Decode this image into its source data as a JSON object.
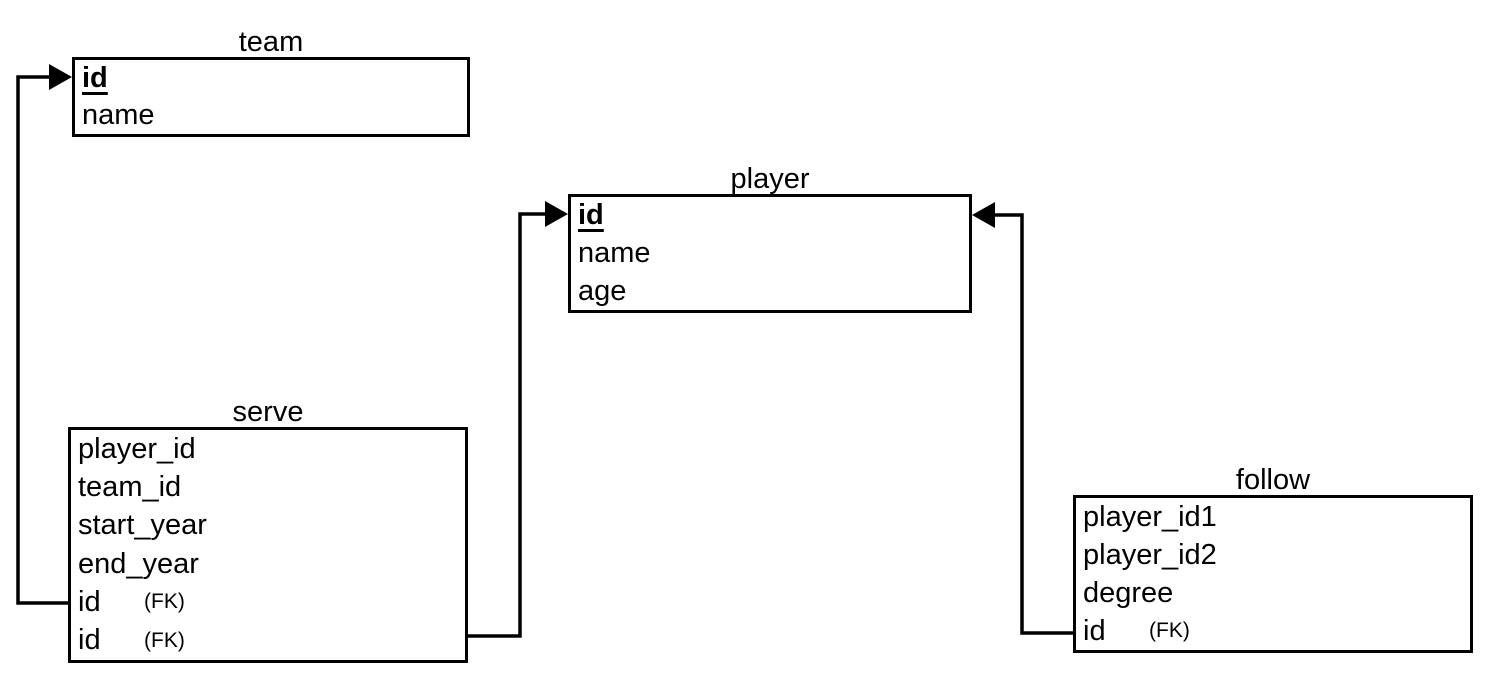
{
  "diagram": {
    "kind": "entity-relationship-diagram",
    "background_color": "#ffffff",
    "line_color": "#000000",
    "tables": {
      "team": {
        "title": "team",
        "columns": [
          {
            "name": "id",
            "pk": true
          },
          {
            "name": "name"
          }
        ]
      },
      "player": {
        "title": "player",
        "columns": [
          {
            "name": "id",
            "pk": true
          },
          {
            "name": "name"
          },
          {
            "name": "age"
          }
        ]
      },
      "serve": {
        "title": "serve",
        "columns": [
          {
            "name": "player_id"
          },
          {
            "name": "team_id"
          },
          {
            "name": "start_year"
          },
          {
            "name": "end_year"
          },
          {
            "name": "id",
            "fk": "(FK)"
          },
          {
            "name": "id",
            "fk": "(FK)"
          }
        ]
      },
      "follow": {
        "title": "follow",
        "columns": [
          {
            "name": "player_id1"
          },
          {
            "name": "player_id2"
          },
          {
            "name": "degree"
          },
          {
            "name": "id",
            "fk": "(FK)"
          }
        ]
      }
    },
    "relations": [
      {
        "from_table": "serve",
        "from_column": "id (FK)",
        "to_table": "team",
        "to_column": "id"
      },
      {
        "from_table": "serve",
        "from_column": "id (FK)",
        "to_table": "player",
        "to_column": "id"
      },
      {
        "from_table": "follow",
        "from_column": "id (FK)",
        "to_table": "player",
        "to_column": "id"
      }
    ]
  }
}
